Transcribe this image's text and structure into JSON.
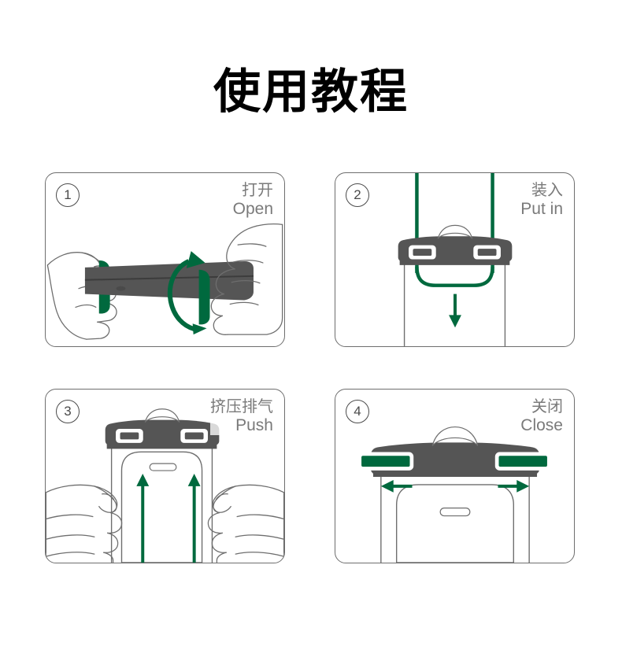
{
  "page": {
    "title": "使用教程",
    "background_color": "#ffffff"
  },
  "theme": {
    "green": "#00693E",
    "dark_gray": "#555555",
    "outline_gray": "#6e6e6e",
    "caption_gray": "#7a7a7a",
    "title_color": "#000000"
  },
  "steps": [
    {
      "number": "1",
      "label_cn": "打开",
      "label_en": "Open",
      "illustration": "two-hands-opening-clip"
    },
    {
      "number": "2",
      "label_cn": "装入",
      "label_en": "Put in",
      "illustration": "phone-inserted-into-bag-down-arrow"
    },
    {
      "number": "3",
      "label_cn": "挤压排气",
      "label_en": "Push",
      "illustration": "two-hands-squeezing-up-arrows"
    },
    {
      "number": "4",
      "label_cn": "关闭",
      "label_en": "Close",
      "illustration": "green-lock-bars-outward-arrows"
    }
  ]
}
